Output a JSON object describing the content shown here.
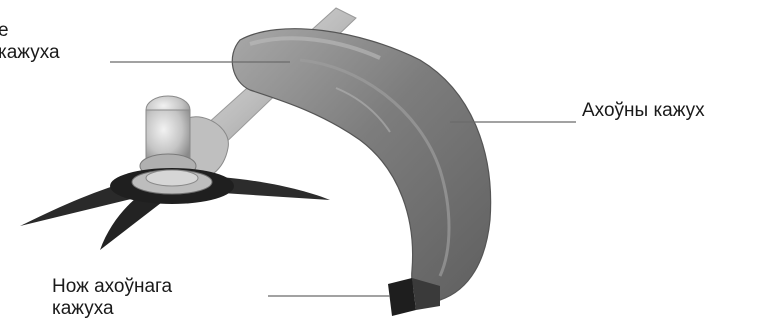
{
  "labels": {
    "top_left": {
      "line1": "е",
      "line2": "кажуха"
    },
    "right": "Ахоўны кажух",
    "bottom": {
      "line1": "Нож ахоўнага",
      "line2": "кажуха"
    }
  },
  "colors": {
    "text": "#1a1a1a",
    "leader_line": "#6b6b6b",
    "guard": "#8a8a8a",
    "blade": "#2a2a2a"
  }
}
